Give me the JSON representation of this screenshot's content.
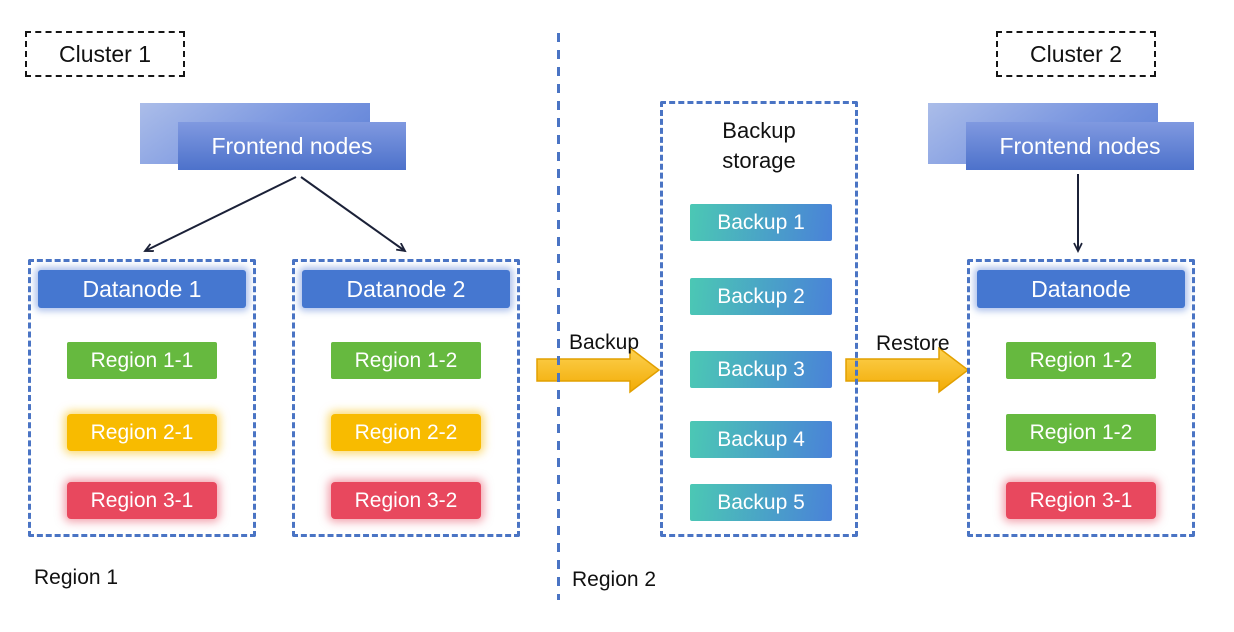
{
  "cluster1": {
    "label": "Cluster 1",
    "frontend_label": "Frontend nodes",
    "datanodes": [
      {
        "title": "Datanode 1",
        "regions": [
          {
            "label": "Region 1-1",
            "color": "#66b93f"
          },
          {
            "label": "Region 2-1",
            "color": "#f8bb00"
          },
          {
            "label": "Region 3-1",
            "color": "#e8485e"
          }
        ]
      },
      {
        "title": "Datanode 2",
        "regions": [
          {
            "label": "Region 1-2",
            "color": "#66b93f"
          },
          {
            "label": "Region 2-2",
            "color": "#f8bb00"
          },
          {
            "label": "Region 3-2",
            "color": "#e8485e"
          }
        ]
      }
    ],
    "region_footnote": "Region 1"
  },
  "backup_storage": {
    "title": "Backup storage",
    "items": [
      {
        "label": "Backup 1"
      },
      {
        "label": "Backup 2"
      },
      {
        "label": "Backup 3"
      },
      {
        "label": "Backup 4"
      },
      {
        "label": "Backup 5"
      }
    ]
  },
  "flows": {
    "backup_label": "Backup",
    "restore_label": "Restore"
  },
  "cluster2": {
    "label": "Cluster 2",
    "frontend_label": "Frontend nodes",
    "datanode": {
      "title": "Datanode",
      "regions": [
        {
          "label": "Region 1-2",
          "color": "#66b93f"
        },
        {
          "label": "Region 1-2",
          "color": "#66b93f"
        },
        {
          "label": "Region 3-1",
          "color": "#e8485e"
        }
      ]
    },
    "region_footnote": "Region 2"
  },
  "colors": {
    "container_dash_blue": "#4a74c4",
    "datanode_header_blue": "#4577d0",
    "frontend_blue_light": "#abbde9",
    "frontend_blue_dark": "#4d72cb",
    "region_green": "#66b93f",
    "region_yellow": "#f8bb00",
    "region_red": "#e8485e",
    "backup_gradient_start": "#4bc8b4",
    "backup_gradient_end": "#4a82d8",
    "flow_arrow_gold_light": "#fdd252",
    "flow_arrow_gold_dark": "#f2ab04",
    "connector_dark": "#1b2138"
  }
}
